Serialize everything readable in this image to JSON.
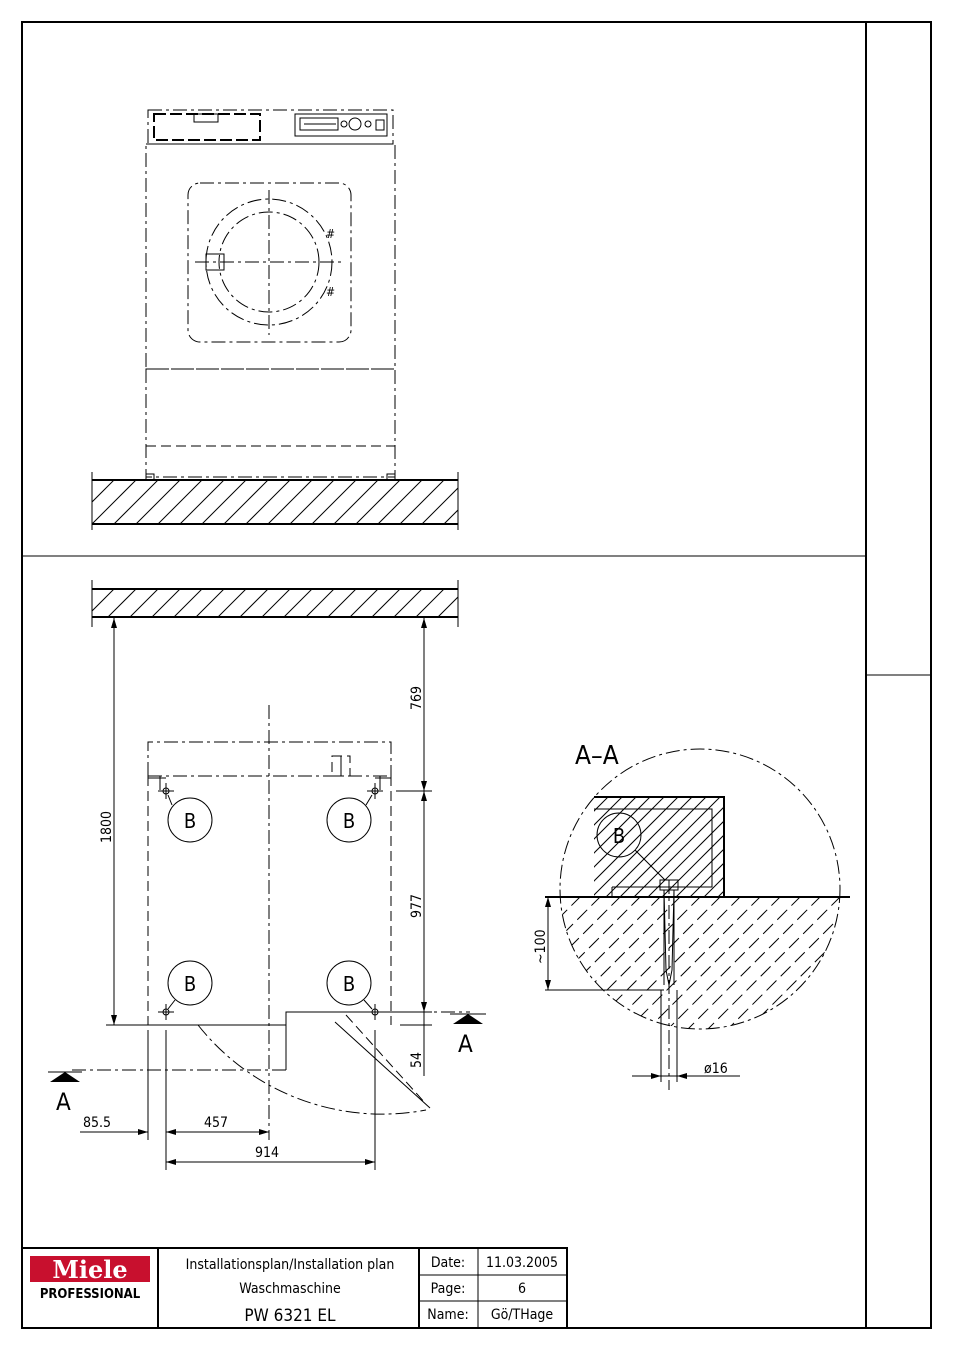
{
  "title_block": {
    "brand": "Miele",
    "brand_sub": "PROFESSIONAL",
    "line1": "Installationsplan/Installation plan",
    "line2": "Waschmaschine",
    "model": "PW 6321 EL",
    "date_label": "Date:",
    "date_value": "11.03.2005",
    "page_label": "Page:",
    "page_value": "6",
    "name_label": "Name:",
    "name_value": "Gö/THage"
  },
  "section": {
    "title": "A–A",
    "marker": "A",
    "dia": "ø16",
    "depth": "~100"
  },
  "dims": {
    "d769": "769",
    "d1800": "1800",
    "d977": "977",
    "d54": "54",
    "d85": "85.5",
    "d457": "457",
    "d914": "914"
  },
  "callouts": [
    "B",
    "B",
    "B",
    "B",
    "B"
  ],
  "colors": {
    "brand_red": "#c8102e",
    "line": "#000000"
  }
}
